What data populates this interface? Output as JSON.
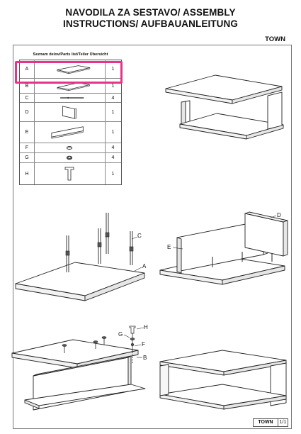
{
  "header": {
    "title_line1": "NAVODILA ZA SESTAVO/ ASSEMBLY",
    "title_line2": "INSTRUCTIONS/ AUFBAUANLEITUNG",
    "brand": "TOWN"
  },
  "parts_table": {
    "header": "Seznam delov/Parts list/Teiler Übersicht",
    "rows": [
      {
        "letter": "A",
        "qty": "1",
        "icon": "top-panel-icon"
      },
      {
        "letter": "B",
        "qty": "1",
        "icon": "shelf-panel-icon"
      },
      {
        "letter": "C",
        "qty": "4",
        "icon": "dowel-rod-icon"
      },
      {
        "letter": "D",
        "qty": "1",
        "icon": "side-panel-icon"
      },
      {
        "letter": "E",
        "qty": "1",
        "icon": "back-panel-icon"
      },
      {
        "letter": "F",
        "qty": "4",
        "icon": "cam-lock-icon"
      },
      {
        "letter": "G",
        "qty": "4",
        "icon": "washer-icon"
      },
      {
        "letter": "H",
        "qty": "1",
        "icon": "allen-key-icon"
      }
    ]
  },
  "step_labels": {
    "step2_c": "C",
    "step2_a": "A",
    "step3_d": "D",
    "step3_e": "E",
    "step4_g": "G",
    "step4_h": "H",
    "step4_f": "F",
    "step4_b": "B"
  },
  "footer": {
    "brand": "TOWN",
    "page": "1/1"
  }
}
